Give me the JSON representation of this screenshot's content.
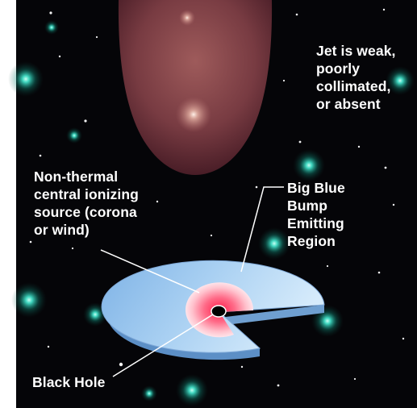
{
  "labels": {
    "jet": [
      "Jet is weak,",
      "poorly",
      "collimated,",
      "or absent"
    ],
    "corona": [
      "Non-thermal",
      "central ionizing",
      "source (corona",
      "or wind)"
    ],
    "bump": [
      "Big Blue",
      "Bump",
      "Emitting",
      "Region"
    ],
    "black_hole": "Black Hole"
  },
  "colors": {
    "background": "#050508",
    "jet": "#b56a6a",
    "disk_top": "#a9d0f2",
    "disk_edge": "#6f9fd0",
    "inner_glow": "#ff5c7a",
    "black_hole": "#000000",
    "star_glow": "#2fd9c2",
    "label_text": "#ffffff"
  }
}
